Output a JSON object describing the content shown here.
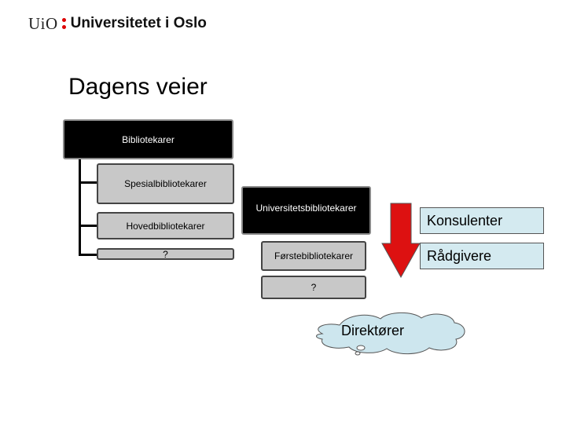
{
  "header": {
    "logo_uio": "UiO",
    "logo_name": "Universitetet i Oslo"
  },
  "slide": {
    "title": "Dagens veier"
  },
  "tree": {
    "bibliotekarer": "Bibliotekarer",
    "spesial": "Spesialbibliotekarer",
    "hoved": "Hovedbibliotekarer",
    "ukjent1": "?",
    "universitets": "Universitetsbibliotekarer",
    "forste": "Førstebibliotekarer",
    "ukjent2": "?"
  },
  "side_labels": {
    "konsulenter": "Konsulenter",
    "raadgivere": "Rådgivere"
  },
  "cloud": {
    "label": "Direktører"
  },
  "colors": {
    "arrow_fill": "#dd1111",
    "side_box_fill": "#d4eaf0",
    "cloud_fill": "#cde6ee",
    "logo_dot": "#dd0000"
  }
}
